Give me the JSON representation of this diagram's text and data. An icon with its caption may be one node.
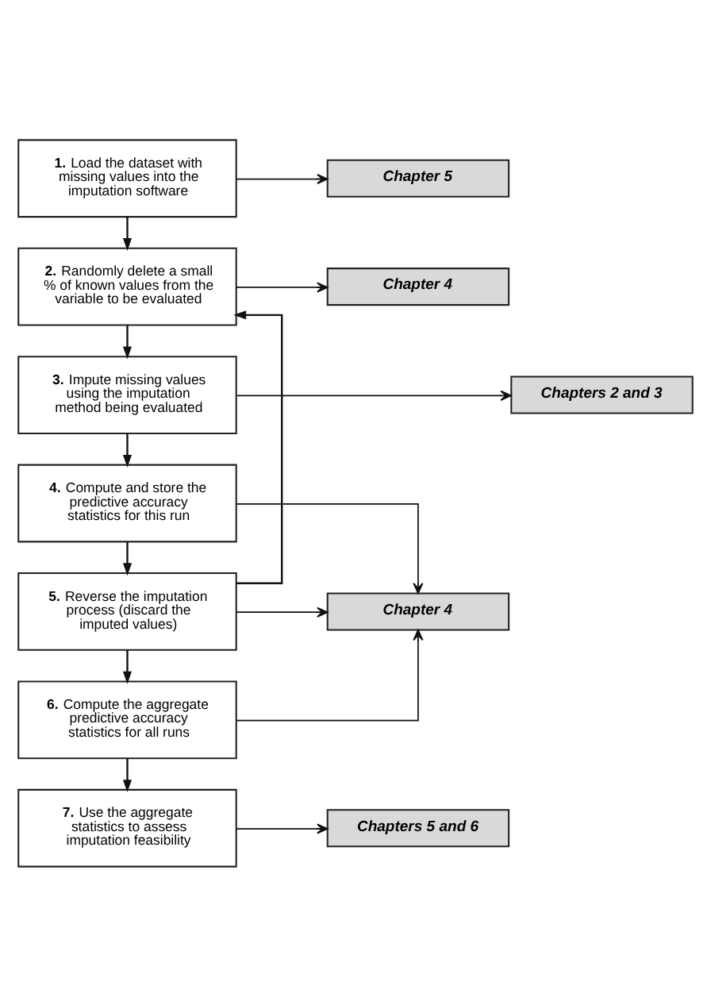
{
  "diagram": {
    "nodes": [
      {
        "text": [
          "**1.** Load the dataset with missing values into the imputation software"
        ]
      },
      {
        "text": [
          "Chapter 5"
        ]
      },
      {
        "text": [
          "**2.** Randomly delete a small % of known values from the variable to be evaluated"
        ]
      },
      {
        "text": [
          "Chapter 4"
        ]
      },
      {
        "text": [
          "**3.** Impute missing values using the imputation method being evaluated"
        ]
      },
      {
        "text": [
          "Chapters 2 and 3"
        ]
      },
      {
        "text": [
          "**4.** Compute and store the predictive accuracy statistics for this run"
        ]
      },
      {
        "text": [
          "**5.** Reverse the imputation process (discard the imputed values)"
        ]
      },
      {
        "text": [
          "Chapter 4"
        ]
      },
      {
        "text": [
          "**6.** Compute the aggregate predictive accuracy statistics for all runs"
        ]
      },
      {
        "text": [
          "**7.** Use the aggregate statistics to assess imputation feasibility"
        ]
      },
      {
        "text": [
          "Chapters 5 and 6"
        ]
      }
    ],
    "edges": [
      {
        "from": 0,
        "to": 2,
        "arrow": "to"
      },
      {
        "from": 2,
        "to": 4,
        "arrow": "to"
      },
      {
        "from": 4,
        "to": 6,
        "arrow": "to"
      },
      {
        "from": 6,
        "to": 7,
        "arrow": "to"
      },
      {
        "from": 7,
        "to": 9,
        "arrow": "to"
      },
      {
        "from": 9,
        "to": 10,
        "arrow": "to"
      },
      {
        "from": 7,
        "to": 2,
        "arrow": "to"
      },
      {
        "from": 0,
        "to": 1,
        "arrow": "to"
      },
      {
        "from": 2,
        "to": 3,
        "arrow": "to"
      },
      {
        "from": 4,
        "to": 5,
        "arrow": "to"
      },
      {
        "from": 6,
        "to": 8,
        "arrow": "to"
      },
      {
        "from": 7,
        "to": 8,
        "arrow": "to"
      },
      {
        "from": 9,
        "to": 8,
        "arrow": "to"
      },
      {
        "from": 10,
        "to": 11,
        "arrow": "to"
      }
    ]
  }
}
